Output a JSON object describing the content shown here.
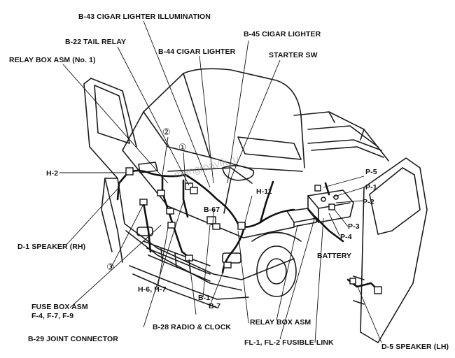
{
  "labels": {
    "b43": "B-43 CIGAR LIGHTER ILLUMINATION",
    "b45": "B-45 CIGAR LIGHTER",
    "b22": "B-22 TAIL RELAY",
    "b44": "B-44 CIGAR LIGHTER",
    "starter": "STARTER SW",
    "relay1": "RELAY BOX ASM (No. 1)",
    "h2": "H-2",
    "p5": "P-5",
    "p1": "P-1",
    "p2": "P-2",
    "p3": "P-3",
    "p4": "P-4",
    "h11": "H-11",
    "b67": "B-67",
    "battery": "BATTERY",
    "d1": "D-1 SPEAKER (RH)",
    "c3": "③",
    "h67": "H-6, H-7",
    "b1": "B-1",
    "b7": "B-7",
    "fuse1": "FUSE BOX ASM",
    "fuse2": "F-4, F-7, F-9",
    "b28": "B-28 RADIO & CLOCK",
    "relayasm": "RELAY BOX ASM",
    "b29": "B-29 JOINT CONNECTOR",
    "fl": "FL-1, FL-2 FUSIBLE LINK",
    "d5": "D-5 SPEAKER (LH)",
    "c1": "①",
    "c2": "②"
  },
  "watermark": "mangroavik.ru"
}
